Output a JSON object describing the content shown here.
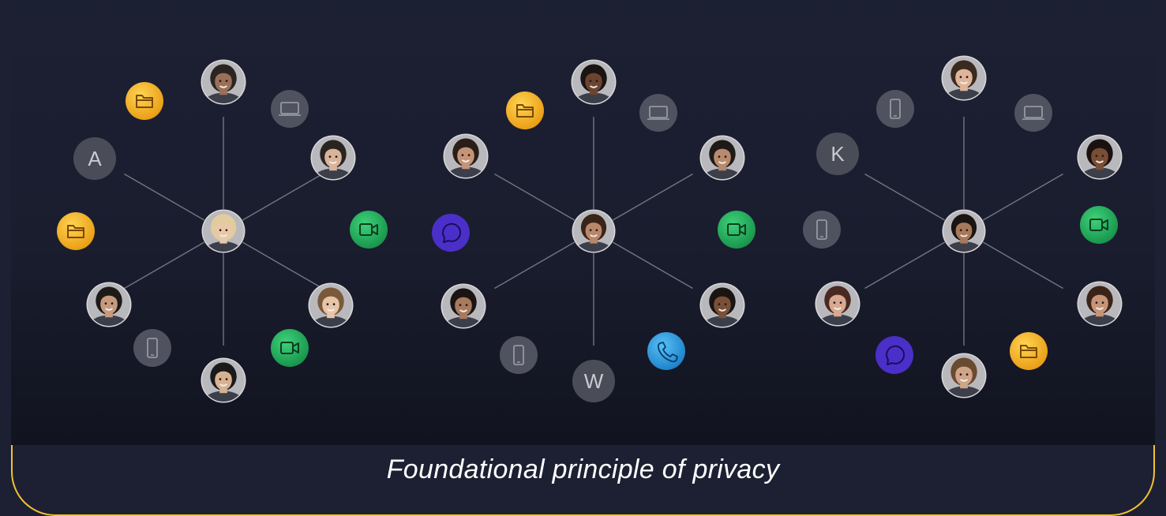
{
  "caption": "Foundational principle of privacy",
  "colors": {
    "background": "#1d2032",
    "panel_top": "#1c2033",
    "panel_bottom": "#11131f",
    "folder": "#f4b41a",
    "video": "#27ae60",
    "chat": "#4b2fc9",
    "phone": "#2f9fe0",
    "device": "#50535f",
    "letter_avatar": "#4a4d58",
    "caption_border": "#f2c230"
  },
  "clusters": [
    {
      "name": "cluster-1",
      "center": {
        "type": "avatar",
        "name": "center-avatar",
        "skin": "#e9c8a8",
        "hair": "#e2cc9e"
      },
      "nodes": [
        {
          "type": "avatar",
          "name": "avatar-top",
          "skin": "#9a7058",
          "hair": "#2b2522"
        },
        {
          "type": "avatar",
          "name": "avatar-upper-right",
          "skin": "#d9b39a",
          "hair": "#2a2421"
        },
        {
          "type": "avatar",
          "name": "avatar-lower-right",
          "skin": "#e8c4a8",
          "hair": "#7a5a3a"
        },
        {
          "type": "avatar",
          "name": "avatar-bottom",
          "skin": "#d7b290",
          "hair": "#1a1a1a"
        },
        {
          "type": "avatar",
          "name": "avatar-lower-left",
          "skin": "#c79a7e",
          "hair": "#1e1a18"
        },
        {
          "type": "letter",
          "name": "letter-avatar",
          "letter": "A"
        },
        {
          "type": "folder",
          "name": "folder-icon"
        },
        {
          "type": "laptop",
          "name": "laptop-icon"
        },
        {
          "type": "video",
          "name": "video-icon"
        },
        {
          "type": "folder",
          "name": "folder-icon"
        },
        {
          "type": "phone-device",
          "name": "phone-device-icon"
        },
        {
          "type": "video",
          "name": "video-icon"
        }
      ]
    },
    {
      "name": "cluster-2",
      "center": {
        "type": "avatar",
        "name": "center-avatar",
        "skin": "#b8876a",
        "hair": "#3a2418"
      },
      "nodes": [
        {
          "type": "avatar",
          "name": "avatar-top",
          "skin": "#6b4530",
          "hair": "#1a1412"
        },
        {
          "type": "avatar",
          "name": "avatar-upper-right",
          "skin": "#b88a6e",
          "hair": "#1e1a18"
        },
        {
          "type": "avatar",
          "name": "avatar-lower-right",
          "skin": "#7a5038",
          "hair": "#1a1412"
        },
        {
          "type": "letter",
          "name": "letter-avatar",
          "letter": "W"
        },
        {
          "type": "avatar",
          "name": "avatar-lower-left",
          "skin": "#a87a5e",
          "hair": "#1a1412"
        },
        {
          "type": "avatar",
          "name": "avatar-upper-left",
          "skin": "#c59478",
          "hair": "#2a1e18"
        },
        {
          "type": "folder",
          "name": "folder-icon"
        },
        {
          "type": "laptop",
          "name": "laptop-icon"
        },
        {
          "type": "video",
          "name": "video-icon"
        },
        {
          "type": "phone-call",
          "name": "phone-call-icon"
        },
        {
          "type": "phone-device",
          "name": "phone-device-icon"
        },
        {
          "type": "chat",
          "name": "chat-icon"
        }
      ]
    },
    {
      "name": "cluster-3",
      "center": {
        "type": "avatar",
        "name": "center-avatar",
        "skin": "#a8785a",
        "hair": "#1a1412"
      },
      "nodes": [
        {
          "type": "avatar",
          "name": "avatar-top",
          "skin": "#e0b49a",
          "hair": "#3a2a20"
        },
        {
          "type": "avatar",
          "name": "avatar-upper-right",
          "skin": "#7a4e34",
          "hair": "#1a1210"
        },
        {
          "type": "avatar",
          "name": "avatar-lower-right",
          "skin": "#c89478",
          "hair": "#3a2418"
        },
        {
          "type": "avatar",
          "name": "avatar-bottom",
          "skin": "#d0a488",
          "hair": "#6a4a30"
        },
        {
          "type": "avatar",
          "name": "avatar-lower-left",
          "skin": "#d8a890",
          "hair": "#4a2a20"
        },
        {
          "type": "letter",
          "name": "letter-avatar",
          "letter": "K"
        },
        {
          "type": "phone-device",
          "name": "phone-device-icon"
        },
        {
          "type": "laptop",
          "name": "laptop-icon"
        },
        {
          "type": "video",
          "name": "video-icon"
        },
        {
          "type": "folder",
          "name": "folder-icon"
        },
        {
          "type": "chat",
          "name": "chat-icon"
        },
        {
          "type": "phone-device",
          "name": "phone-device-icon"
        }
      ]
    }
  ]
}
